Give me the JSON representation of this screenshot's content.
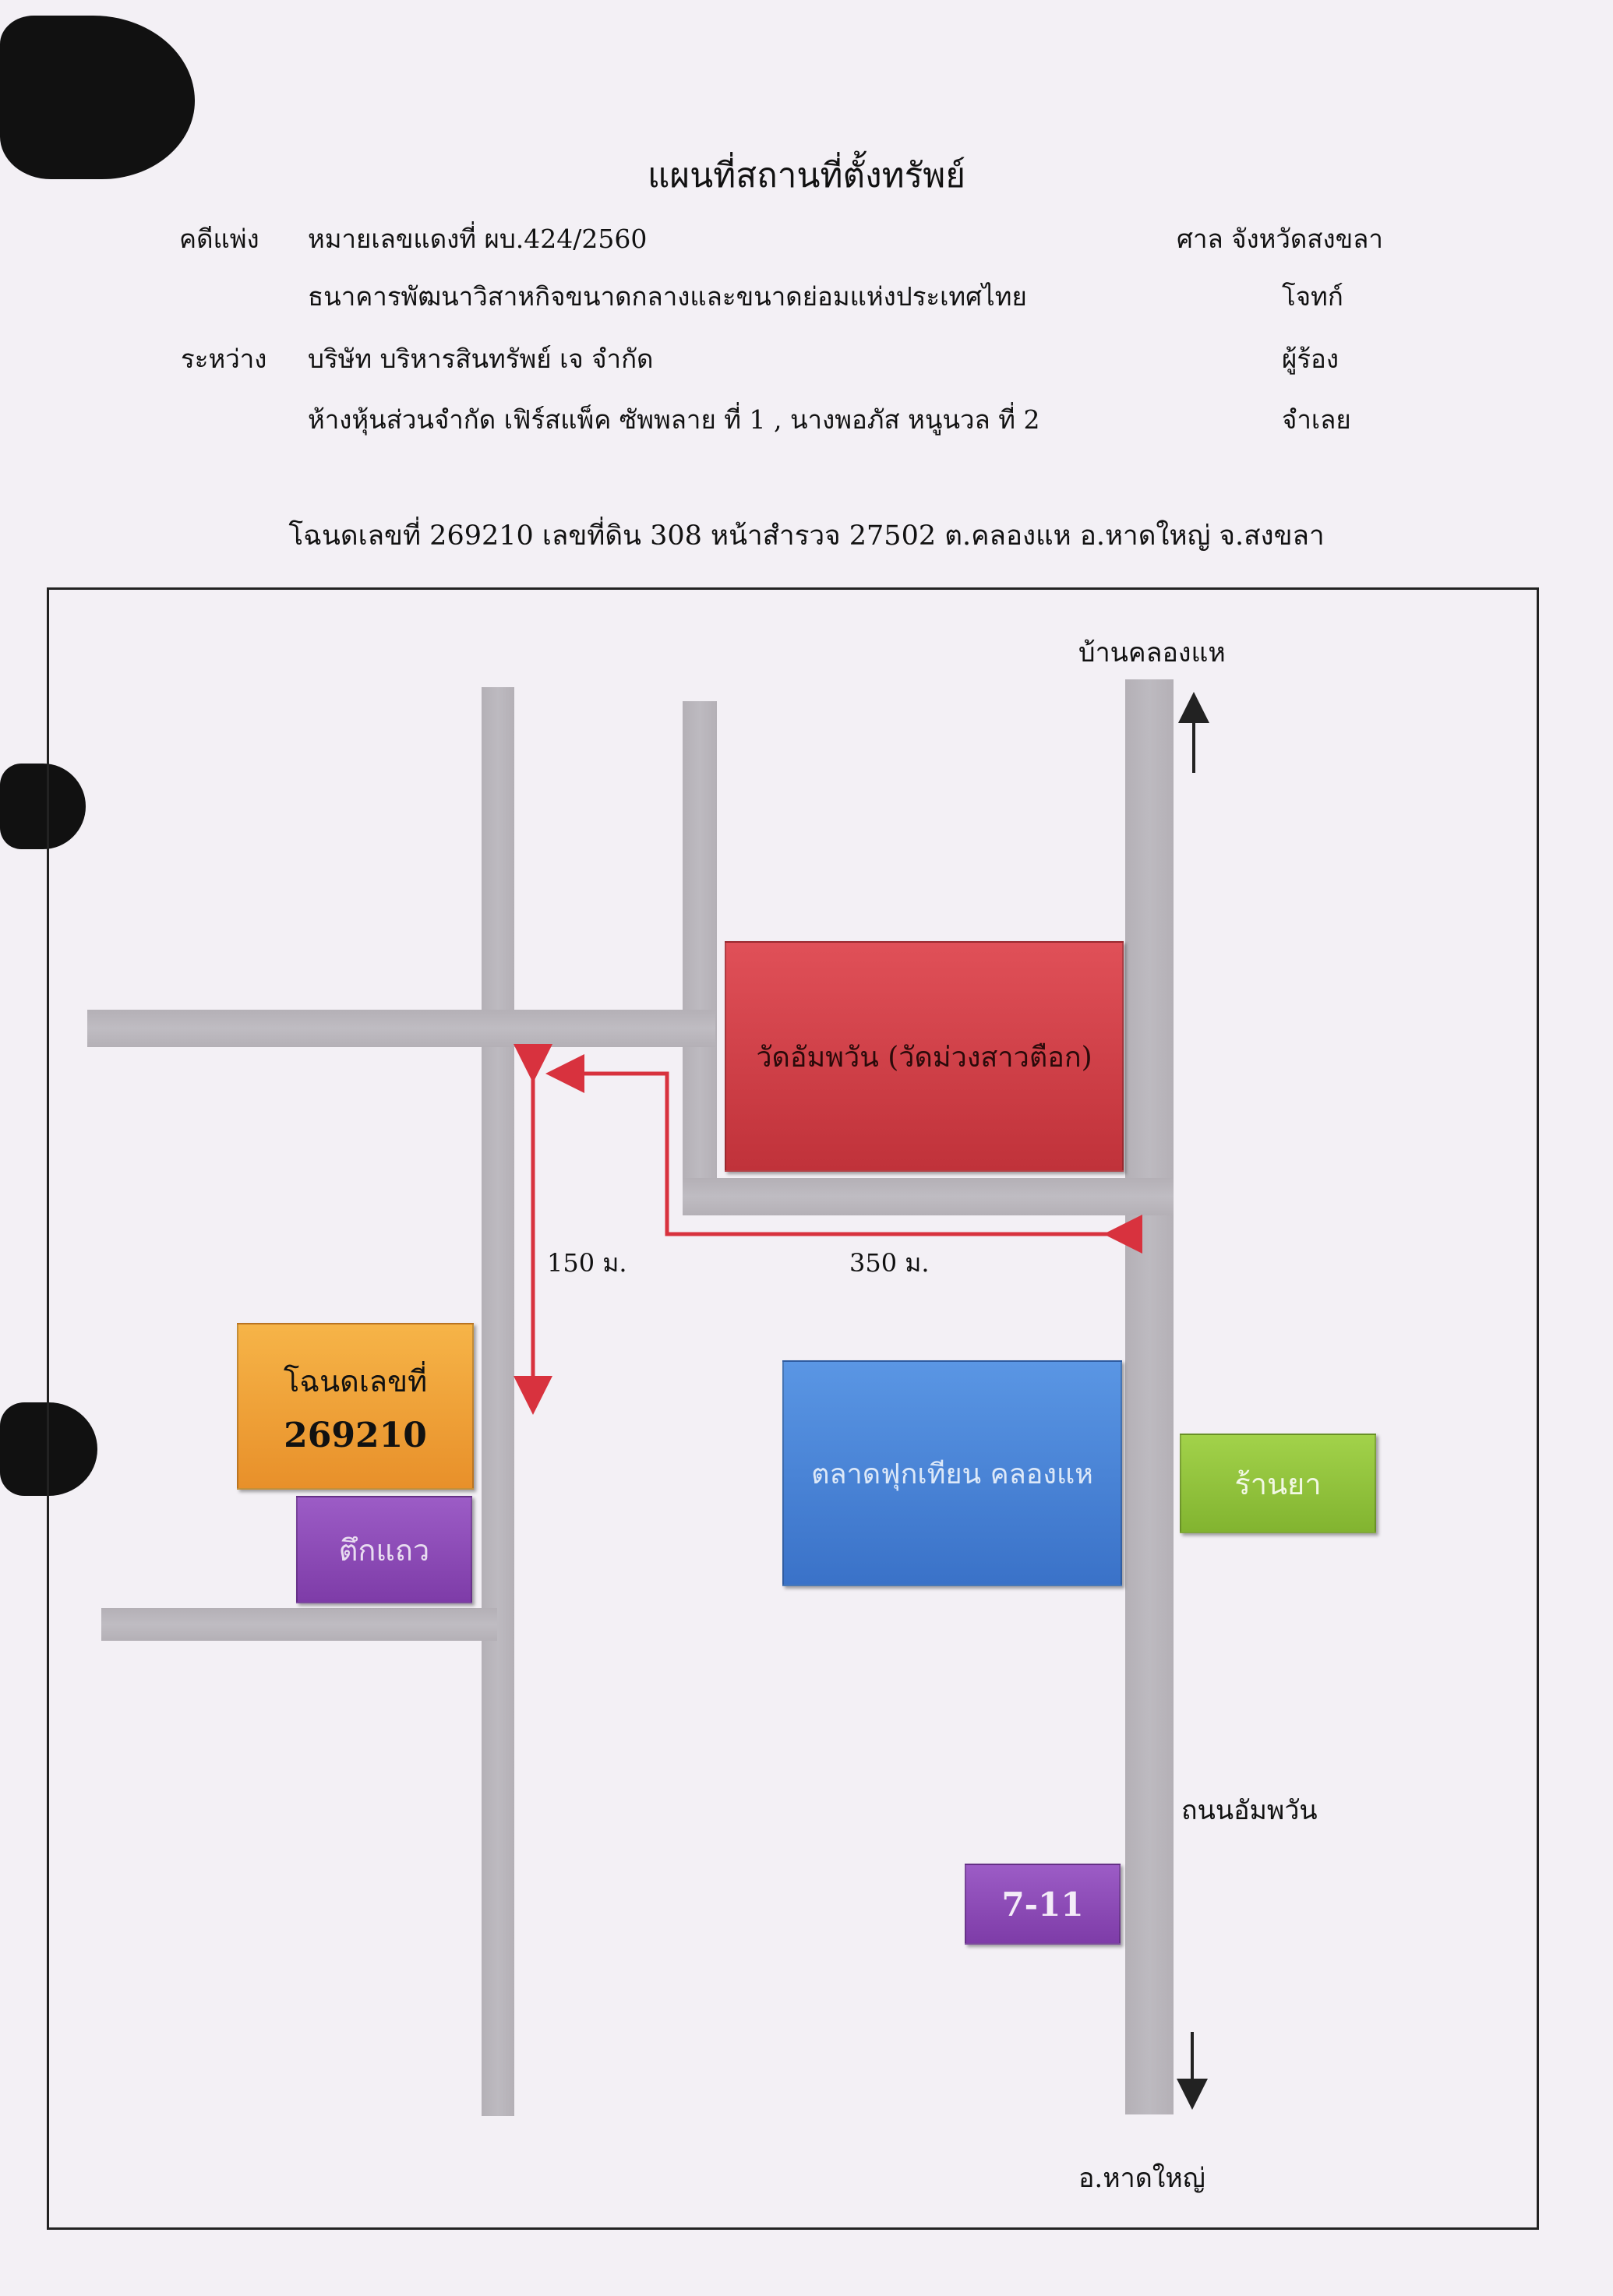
{
  "document": {
    "title": "แผนที่สถานที่ตั้งทรัพย์",
    "case_type": "คดีแพ่ง",
    "case_number": "หมายเลขแดงที่ ผบ.424/2560",
    "court": "ศาล จังหวัดสงขลา",
    "parties": [
      {
        "prefix": "",
        "name": "ธนาคารพัฒนาวิสาหกิจขนาดกลางและขนาดย่อมแห่งประเทศไทย",
        "role": "โจทก์"
      },
      {
        "prefix": "ระหว่าง",
        "name": "บริษัท บริหารสินทรัพย์ เจ จำกัด",
        "role": "ผู้ร้อง"
      },
      {
        "prefix": "",
        "name": "ห้างหุ้นส่วนจำกัด เฟิร์สแพ็ค ซัพพลาย ที่ 1 , นางพอภัส หนูนวล ที่ 2",
        "role": "จำเลย"
      }
    ],
    "deed_line": "โฉนดเลขที่ 269210 เลขที่ดิน 308 หน้าสำรวจ 27502 ต.คลองแห อ.หาดใหญ่ จ.สงขลา"
  },
  "map": {
    "north_label": "บ้านคลองแห",
    "south_label": "อ.หาดใหญ่",
    "road_label": "ถนนอัมพวัน",
    "distance_vertical": "150 ม.",
    "distance_horizontal": "350 ม.",
    "landmarks": {
      "temple": "วัดอัมพวัน (วัดม่วงสาวตือก)",
      "property_label": "โฉนดเลขที่",
      "property_number": "269210",
      "shophouse": "ตึกแถว",
      "market": "ตลาดฟุกเทียน คลองแห",
      "pharmacy": "ร้านยา",
      "store": "7-11"
    },
    "colors": {
      "temple": "#cc3a42",
      "property": "#f0a030",
      "shophouse": "#8e4cb8",
      "market": "#4a86d8",
      "pharmacy": "#92c43c",
      "store": "#8e4cb8",
      "route": "#d8323e",
      "road": "#b8b4ba"
    }
  }
}
